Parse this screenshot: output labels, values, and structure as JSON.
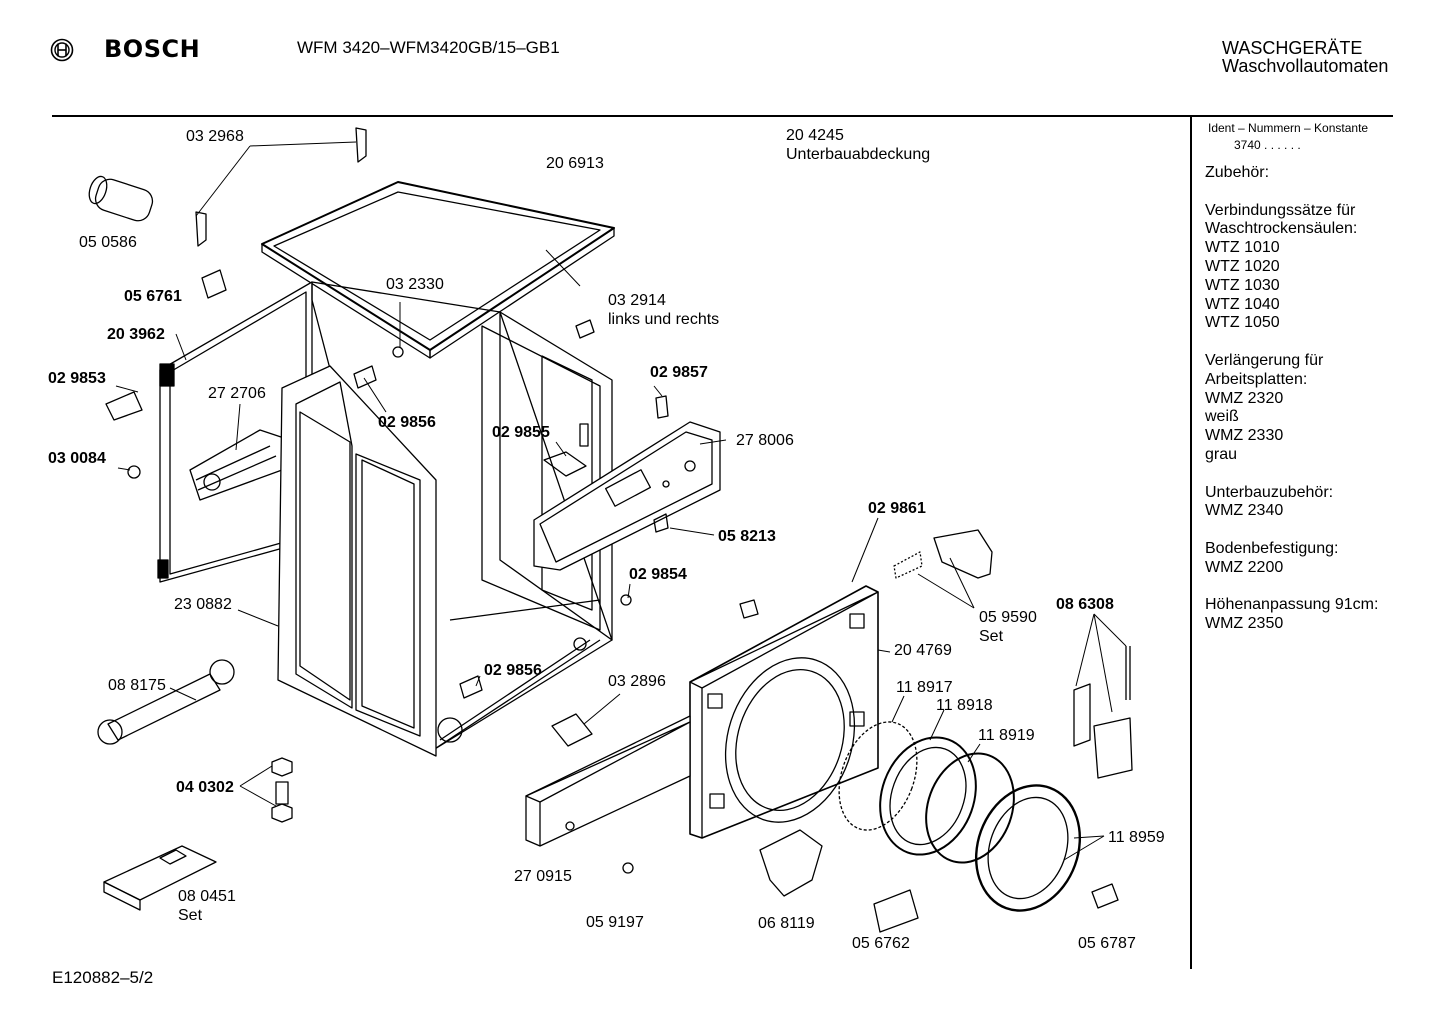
{
  "header": {
    "brand": "BOSCH",
    "model": "WFM 3420–WFM3420GB/15–GB1",
    "category_line1": "WASCHGERÄTE",
    "category_line2": "Waschvollautomaten"
  },
  "footer": {
    "doc_code": "E120882–5/2"
  },
  "sidebar": {
    "ident_title": "Ident – Nummern – Konstante",
    "ident_value": "3740 . . . . . .",
    "lines": [
      "Zubehör:",
      "",
      "Verbindungssätze für",
      "Waschtrockensäulen:",
      "WTZ 1010",
      "WTZ 1020",
      "WTZ 1030",
      "WTZ 1040",
      "WTZ 1050",
      "",
      "Verlängerung für",
      "Arbeitsplatten:",
      "WMZ 2320",
      "weiß",
      "WMZ 2330",
      "grau",
      "",
      "Unterbauzubehör:",
      "WMZ 2340",
      "",
      "Bodenbefestigung:",
      "WMZ 2200",
      "",
      "Höhenanpassung  91cm:",
      "WMZ 2350"
    ]
  },
  "parts": {
    "p032968": "03 2968",
    "p050586": "05 0586",
    "p056761": "05 6761",
    "p203962": "20 3962",
    "p029853": "02 9853",
    "p272706": "27 2706",
    "p030084": "03 0084",
    "p206913": "20 6913",
    "p204245_num": "20 4245",
    "p204245_name": "Unterbauabdeckung",
    "p032330": "03 2330",
    "p032914_num": "03 2914",
    "p032914_note": "links und rechts",
    "p029857": "02 9857",
    "p029856a": "02 9856",
    "p029855": "02 9855",
    "p278006": "27 8006",
    "p058213": "05 8213",
    "p029854": "02 9854",
    "p029861": "02 9861",
    "p059590_num": "05 9590",
    "p059590_note": "Set",
    "p086308": "08 6308",
    "p230882": "23 0882",
    "p204769": "20 4769",
    "p088175": "08 8175",
    "p029856b": "02 9856",
    "p032896": "03 2896",
    "p118917": "11 8917",
    "p118918": "11 8918",
    "p118919": "11 8919",
    "p040302": "04 0302",
    "p118959": "11 8959",
    "p270915": "27 0915",
    "p080451_num": "08 0451",
    "p080451_note": "Set",
    "p059197": "05 9197",
    "p068119": "06 8119",
    "p056762": "05 6762",
    "p056787": "05 6787"
  }
}
